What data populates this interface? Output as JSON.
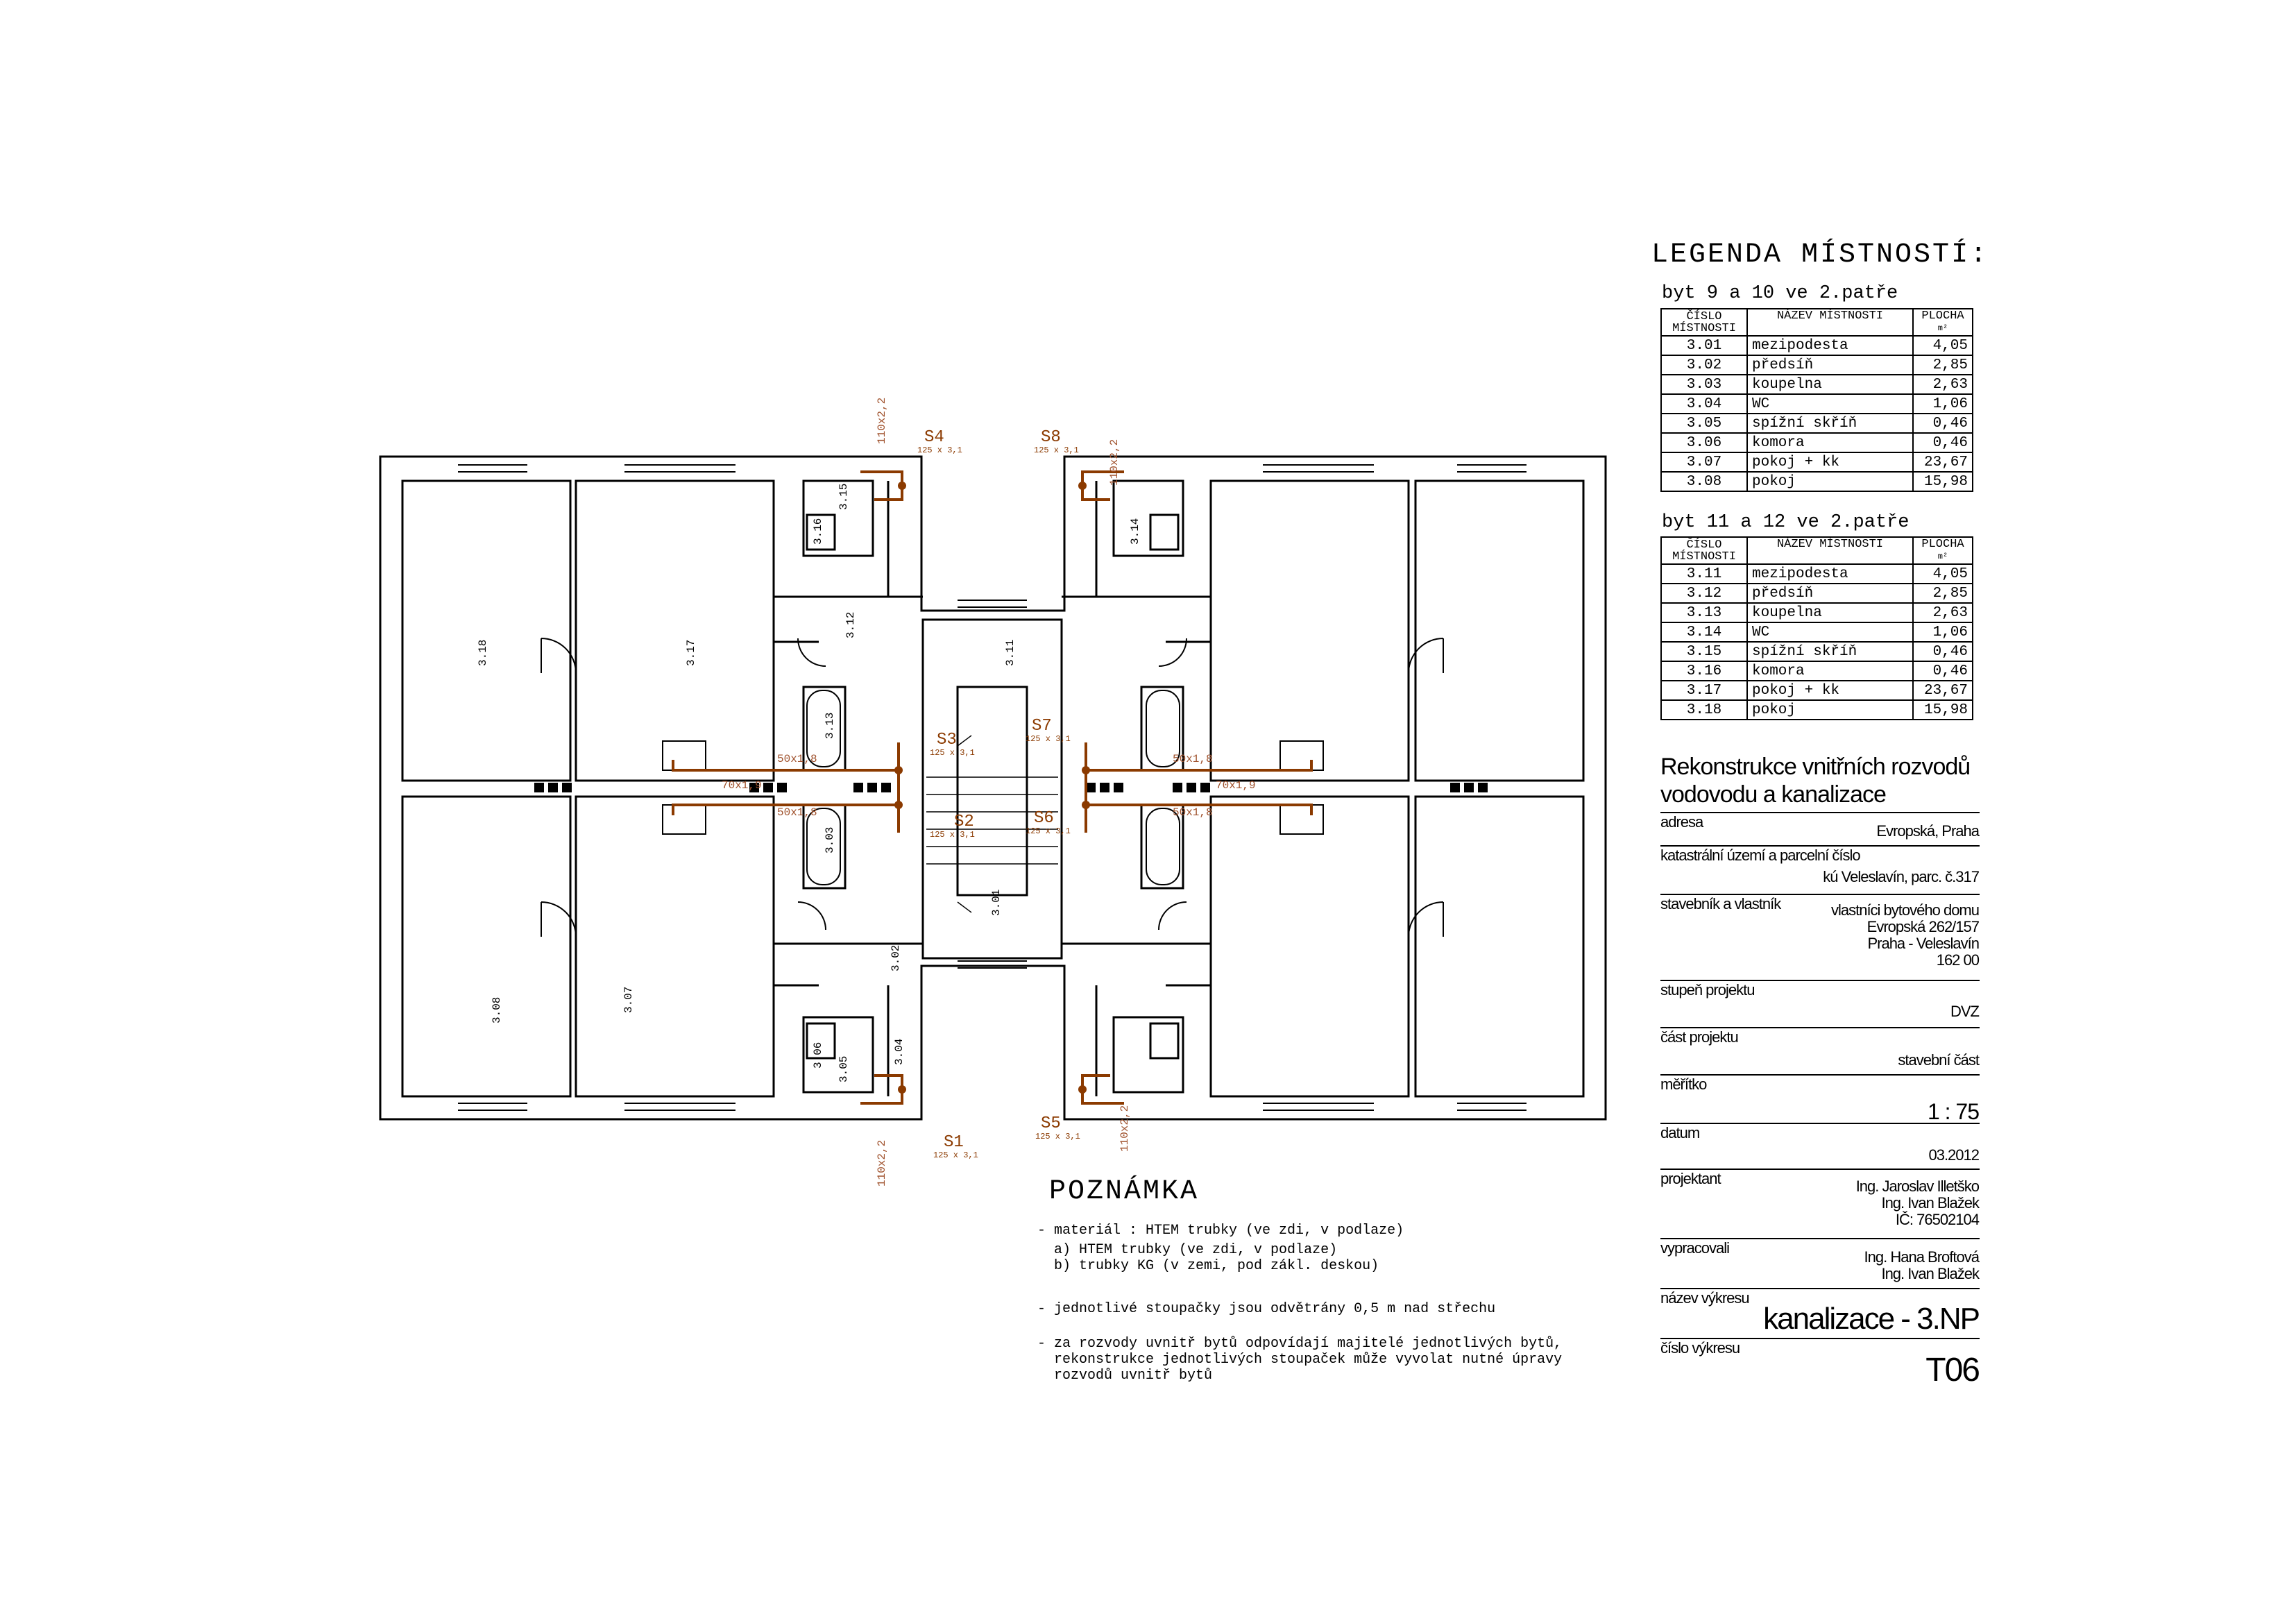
{
  "legend": {
    "title": "LEGENDA MÍSTNOSTÍ:",
    "headers": {
      "number": "ČÍSLO\nMÍSTNOSTI",
      "name": "NÁZEV MÍSTNOSTI",
      "area": "PLOCHA"
    },
    "area_unit": "m²",
    "groups": [
      {
        "title": "byt 9 a 10 ve 2.patře",
        "rooms": [
          {
            "num": "3.01",
            "name": "mezipodesta",
            "area": "4,05"
          },
          {
            "num": "3.02",
            "name": "předsíň",
            "area": "2,85"
          },
          {
            "num": "3.03",
            "name": "koupelna",
            "area": "2,63"
          },
          {
            "num": "3.04",
            "name": "WC",
            "area": "1,06"
          },
          {
            "num": "3.05",
            "name": "spížní skříň",
            "area": "0,46"
          },
          {
            "num": "3.06",
            "name": "komora",
            "area": "0,46"
          },
          {
            "num": "3.07",
            "name": "pokoj + kk",
            "area": "23,67"
          },
          {
            "num": "3.08",
            "name": "pokoj",
            "area": "15,98"
          }
        ]
      },
      {
        "title": "byt 11 a 12 ve 2.patře",
        "rooms": [
          {
            "num": "3.11",
            "name": "mezipodesta",
            "area": "4,05"
          },
          {
            "num": "3.12",
            "name": "předsíň",
            "area": "2,85"
          },
          {
            "num": "3.13",
            "name": "koupelna",
            "area": "2,63"
          },
          {
            "num": "3.14",
            "name": "WC",
            "area": "1,06"
          },
          {
            "num": "3.15",
            "name": "spížní skříň",
            "area": "0,46"
          },
          {
            "num": "3.16",
            "name": "komora",
            "area": "0,46"
          },
          {
            "num": "3.17",
            "name": "pokoj + kk",
            "area": "23,67"
          },
          {
            "num": "3.18",
            "name": "pokoj",
            "area": "15,98"
          }
        ]
      }
    ]
  },
  "title_block": {
    "project": "Rekonstrukce vnitřních rozvodů vodovodu a kanalizace",
    "adresa_label": "adresa",
    "adresa": "Evropská, Praha",
    "katastr_label": "katastrální území a parcelní číslo",
    "katastr": "kú Veleslavín, parc. č.317",
    "stavebnik_label": "stavebník a vlastník",
    "stavebnik": [
      "vlastníci bytového domu",
      "Evropská 262/157",
      "Praha  - Veleslavín",
      "162 00"
    ],
    "stupen_label": "stupeň projektu",
    "stupen": "DVZ",
    "cast_label": "část projektu",
    "cast": "stavební část",
    "meritko_label": "měřítko",
    "meritko": "1 : 75",
    "datum_label": "datum",
    "datum": "03.2012",
    "projektant_label": "projektant",
    "projektant": [
      "Ing. Jaroslav Illetško",
      "Ing. Ivan Blažek",
      "IČ: 76502104"
    ],
    "vypracovali_label": "vypracovali",
    "vypracovali": [
      "Ing. Hana Broftová",
      "Ing. Ivan Blažek"
    ],
    "nazev_label": "název výkresu",
    "nazev": "kanalizace - 3.NP",
    "cislo_label": "číslo výkresu",
    "cislo": "T06"
  },
  "note": {
    "title": "POZNÁMKA",
    "lines": [
      "- materiál : HTEM trubky (ve zdi, v podlaze)",
      "  a) HTEM trubky (ve zdi, v podlaze)",
      "  b) trubky KG (v zemi, pod zákl. deskou)",
      "- jednotlivé stoupačky jsou odvětrány 0,5 m nad střechu",
      "- za rozvody uvnitř bytů odpovídají majitelé jednotlivých bytů,",
      "  rekonstrukce jednotlivých stoupaček může vyvolat nutné úpravy",
      "  rozvodů uvnitř bytů"
    ]
  },
  "plan": {
    "colors": {
      "walls": "#000000",
      "pipes": "#8b3a00",
      "pipe_labels": "#a0522d"
    },
    "room_labels": [
      "3.18",
      "3.17",
      "3.16",
      "3.15",
      "3.14",
      "3.13",
      "3.12",
      "3.11",
      "3.08",
      "3.07",
      "3.06",
      "3.05",
      "3.04",
      "3.03",
      "3.02",
      "3.01"
    ],
    "stacks": [
      {
        "id": "S1",
        "spec": "125 x 3,1"
      },
      {
        "id": "S2",
        "spec": "125 x 3,1"
      },
      {
        "id": "S3",
        "spec": "125 x 3,1"
      },
      {
        "id": "S4",
        "spec": "125 x 3,1"
      },
      {
        "id": "S5",
        "spec": "125 x 3,1"
      },
      {
        "id": "S6",
        "spec": "125 x 3,1"
      },
      {
        "id": "S7",
        "spec": "125 x 3,1"
      },
      {
        "id": "S8",
        "spec": "125 x 3,1"
      }
    ],
    "pipe_sizes": {
      "p110": "110x2,2",
      "p70": "70x1,9",
      "p50_1": "50x1,8",
      "p50_2": "50x1,8"
    }
  }
}
